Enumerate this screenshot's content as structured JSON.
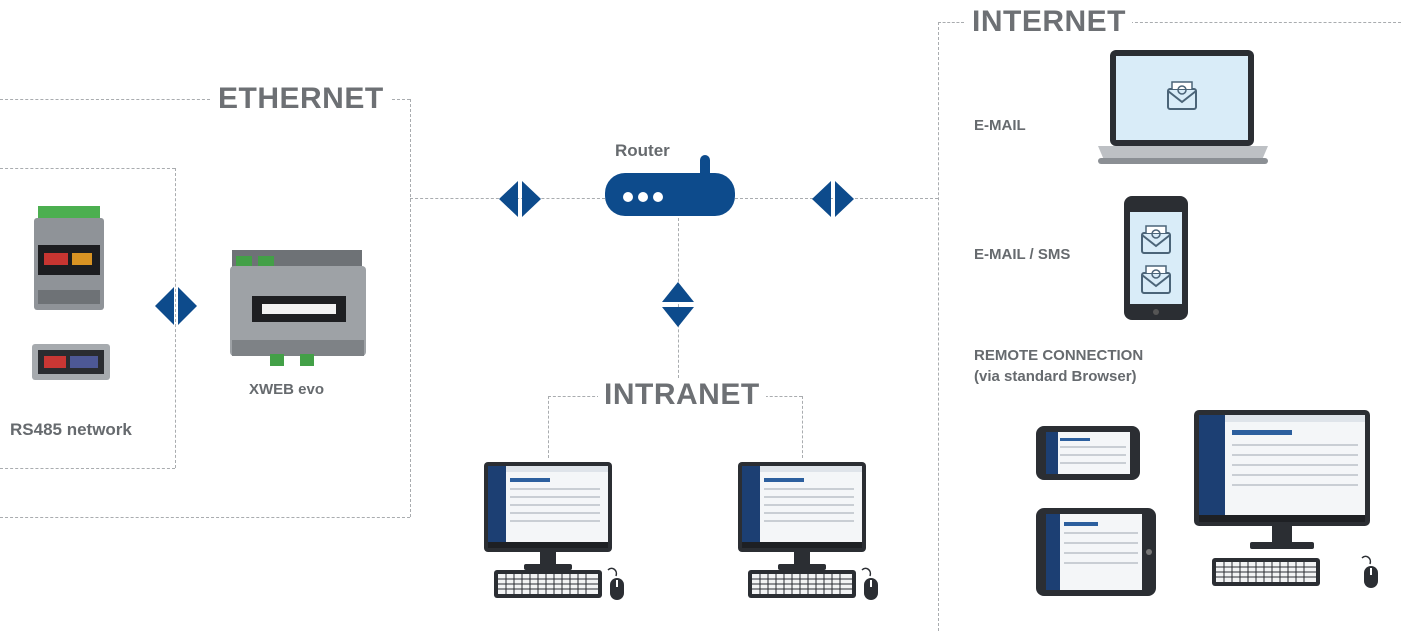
{
  "sections": {
    "ethernet": "ETHERNET",
    "internet": "INTERNET",
    "intranet": "INTRANET"
  },
  "devices": {
    "router": "Router",
    "xweb": "XWEB evo",
    "rs485": "RS485 network"
  },
  "channels": {
    "email": "E-MAIL",
    "email_sms": "E-MAIL / SMS",
    "remote_line1": "REMOTE CONNECTION",
    "remote_line2": "(via standard Browser)"
  },
  "colors": {
    "accent": "#0d4b8c",
    "line": "#a9acaf",
    "text": "#666a6e"
  }
}
